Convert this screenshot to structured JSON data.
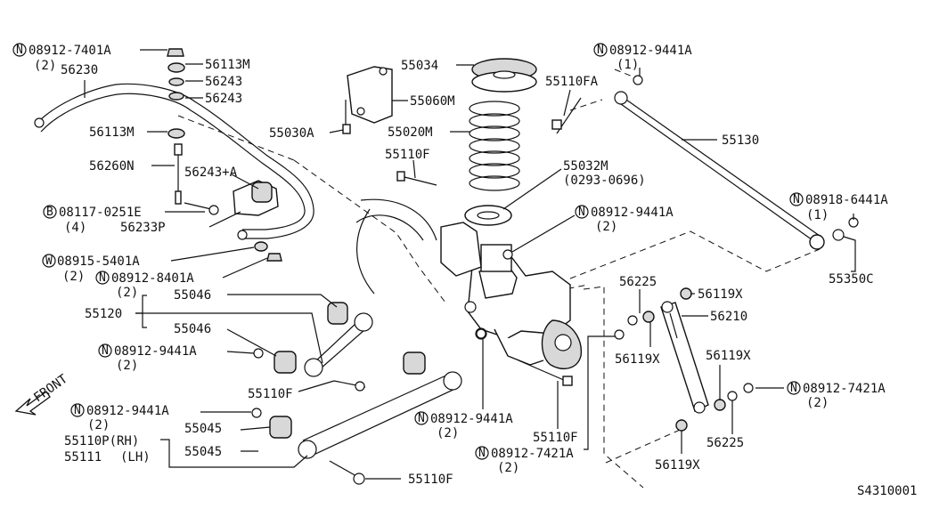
{
  "diagram": {
    "code": "S4310001",
    "front_label": "FRONT",
    "callouts": [
      {
        "id": "c1",
        "prefix": "N",
        "text": "08912-7401A",
        "qty": "(2)"
      },
      {
        "id": "c2",
        "text": "56230"
      },
      {
        "id": "c3",
        "text": "56113M"
      },
      {
        "id": "c4",
        "text": "56243"
      },
      {
        "id": "c5",
        "text": "56243"
      },
      {
        "id": "c6",
        "text": "56113M"
      },
      {
        "id": "c7",
        "text": "56260N"
      },
      {
        "id": "c8",
        "text": "56243+A"
      },
      {
        "id": "c9",
        "prefix": "B",
        "text": "08117-0251E",
        "qty": "(4)"
      },
      {
        "id": "c10",
        "text": "56233P"
      },
      {
        "id": "c11",
        "prefix": "W",
        "text": "08915-5401A",
        "qty": "(2)"
      },
      {
        "id": "c12",
        "prefix": "N",
        "text": "08912-8401A",
        "qty": "(2)"
      },
      {
        "id": "c13",
        "text": "55046"
      },
      {
        "id": "c14",
        "text": "55120"
      },
      {
        "id": "c15",
        "text": "55046"
      },
      {
        "id": "c16",
        "prefix": "N",
        "text": "08912-9441A",
        "qty": "(2)"
      },
      {
        "id": "c17",
        "text": "55110F"
      },
      {
        "id": "c18",
        "prefix": "N",
        "text": "08912-9441A",
        "qty": "(2)"
      },
      {
        "id": "c19",
        "text": "55045"
      },
      {
        "id": "c20",
        "text": "55110P(RH)"
      },
      {
        "id": "c21",
        "text": "55111"
      },
      {
        "id": "c22",
        "text": "(LH)"
      },
      {
        "id": "c23",
        "text": "55045"
      },
      {
        "id": "c24",
        "text": "55110F"
      },
      {
        "id": "c25",
        "text": "55034"
      },
      {
        "id": "c26",
        "text": "55060M"
      },
      {
        "id": "c27",
        "text": "55030A"
      },
      {
        "id": "c28",
        "text": "55020M"
      },
      {
        "id": "c29",
        "text": "55110F"
      },
      {
        "id": "c30",
        "text": "55032M"
      },
      {
        "id": "c31",
        "text": "(0293-0696)"
      },
      {
        "id": "c32",
        "prefix": "N",
        "text": "08912-9441A",
        "qty": "(2)"
      },
      {
        "id": "c33",
        "prefix": "N",
        "text": "08912-9441A",
        "qty": "(2)"
      },
      {
        "id": "c34",
        "text": "55110F"
      },
      {
        "id": "c35",
        "prefix": "N",
        "text": "08912-7421A",
        "qty": "(2)"
      },
      {
        "id": "c36",
        "prefix": "N",
        "text": "08912-9441A",
        "qty": "(1)"
      },
      {
        "id": "c37",
        "text": "55110FA"
      },
      {
        "id": "c38",
        "text": "55130"
      },
      {
        "id": "c39",
        "prefix": "N",
        "text": "08918-6441A",
        "qty": "(1)"
      },
      {
        "id": "c40",
        "text": "55350C"
      },
      {
        "id": "c41",
        "text": "56225"
      },
      {
        "id": "c42",
        "text": "56119X"
      },
      {
        "id": "c43",
        "text": "56210"
      },
      {
        "id": "c44",
        "text": "56119X"
      },
      {
        "id": "c45",
        "text": "56119X"
      },
      {
        "id": "c46",
        "prefix": "N",
        "text": "08912-7421A",
        "qty": "(2)"
      },
      {
        "id": "c47",
        "text": "56225"
      },
      {
        "id": "c48",
        "text": "56119X"
      }
    ]
  }
}
